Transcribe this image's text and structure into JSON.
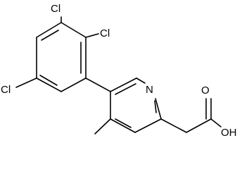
{
  "molecule": {
    "atoms": {
      "cl_top": "Cl",
      "cl_right": "Cl",
      "cl_left": "Cl",
      "n_ring": "N",
      "oxygen_carbonyl": "O",
      "hydroxyl": "OH"
    }
  }
}
